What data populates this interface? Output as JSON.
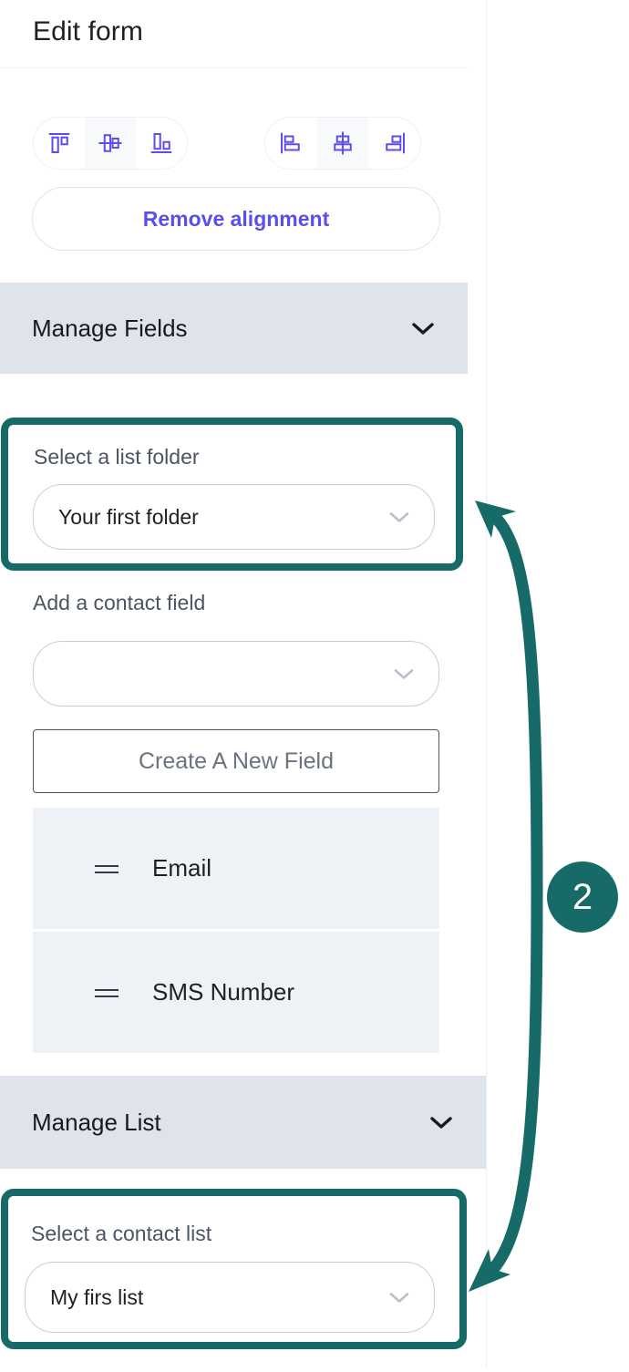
{
  "header": {
    "title": "Edit form"
  },
  "toolbar": {
    "vertical_align": [
      {
        "name": "align-top-icon",
        "label": "Align top",
        "active": false
      },
      {
        "name": "align-middle-icon",
        "label": "Align middle",
        "active": true
      },
      {
        "name": "align-bottom-icon",
        "label": "Align bottom",
        "active": false
      }
    ],
    "horizontal_align": [
      {
        "name": "align-left-icon",
        "label": "Align left",
        "active": false
      },
      {
        "name": "align-center-icon",
        "label": "Align center",
        "active": true
      },
      {
        "name": "align-right-icon",
        "label": "Align right",
        "active": false
      }
    ],
    "remove_alignment_label": "Remove alignment"
  },
  "sections": {
    "manage_fields": {
      "title": "Manage Fields",
      "chevron_icon": "chevron-down-icon",
      "list_folder": {
        "label": "Select a list folder",
        "value": "Your first folder",
        "chevron_icon": "chevron-down-icon"
      },
      "contact_field": {
        "label": "Add a contact field",
        "value": "",
        "placeholder": "",
        "chevron_icon": "chevron-down-icon"
      },
      "create_new_field_label": "Create A New Field",
      "fields": [
        {
          "label": "Email",
          "handle_icon": "drag-handle-icon"
        },
        {
          "label": "SMS Number",
          "handle_icon": "drag-handle-icon"
        }
      ]
    },
    "manage_list": {
      "title": "Manage List",
      "chevron_icon": "chevron-down-icon",
      "contact_list": {
        "label": "Select a contact list",
        "value": "My firs list",
        "chevron_icon": "chevron-down-icon"
      }
    }
  },
  "annotation": {
    "step_number": "2",
    "accent_color": "#166b68",
    "arrow_icon": "double-headed-curved-arrow-icon"
  },
  "colors": {
    "accent_purple": "#5b4df0",
    "section_bar": "#dfe4ec",
    "field_row": "#eef1f5",
    "annotation_teal": "#166b68"
  }
}
